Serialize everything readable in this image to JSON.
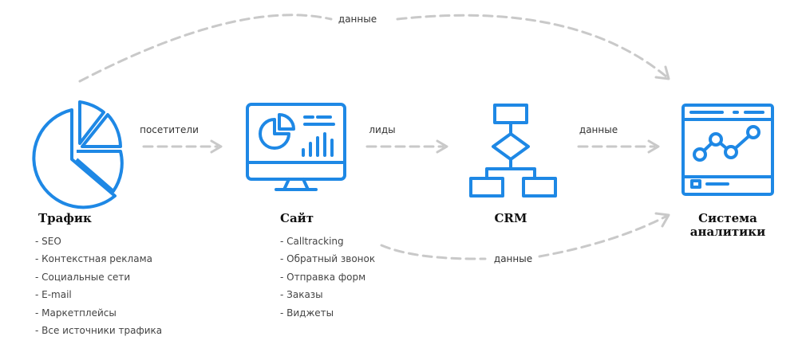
{
  "colors": {
    "icon": "#1e88e5",
    "arrow": "#c9c9c9",
    "text": "#444444"
  },
  "nodes": {
    "traffic": {
      "icon": "pie-chart-icon",
      "title": "Трафик",
      "items": [
        "- SEO",
        "- Контекстная реклама",
        "- Социальные сети",
        "- E-mail",
        "- Маркетплейсы",
        "- Все источники трафика"
      ]
    },
    "site": {
      "icon": "monitor-dashboard-icon",
      "title": "Сайт",
      "items": [
        "- Calltracking",
        "- Обратный звонок",
        "- Отправка форм",
        "- Заказы",
        "- Виджеты"
      ]
    },
    "crm": {
      "icon": "flowchart-icon",
      "title": "CRM"
    },
    "analytics": {
      "icon": "analytics-window-icon",
      "title_line1": "Система",
      "title_line2": "аналитики"
    }
  },
  "edges": {
    "traffic_to_site": "посетители",
    "site_to_crm": "лиды",
    "crm_to_analytics": "данные",
    "traffic_to_analytics": "данные",
    "site_to_analytics": "данные"
  }
}
